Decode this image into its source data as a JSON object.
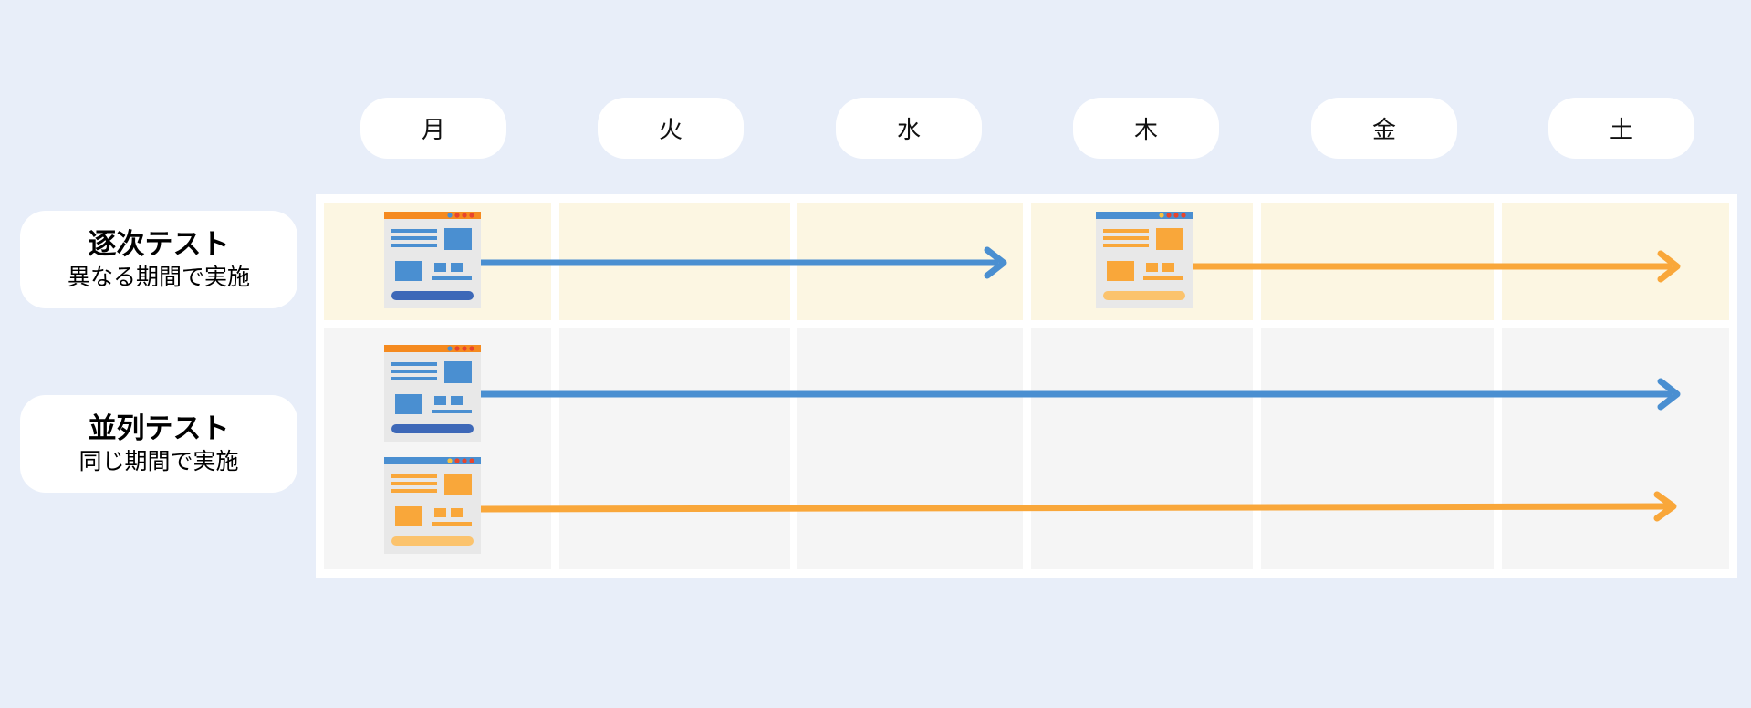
{
  "days": [
    "月",
    "火",
    "水",
    "木",
    "金",
    "土"
  ],
  "rows": {
    "sequential": {
      "title": "逐次テスト",
      "subtitle": "異なる期間で実施"
    },
    "parallel": {
      "title": "並列テスト",
      "subtitle": "同じ期間で実施"
    }
  },
  "colors": {
    "background": "#e8eef9",
    "blue": "#4a8fd1",
    "orange": "#f9a73a",
    "sequential_row": "#fcf6e2",
    "parallel_row": "#f5f5f5"
  },
  "icons": {
    "blue_variant": "web-page-blue-icon",
    "orange_variant": "web-page-orange-icon"
  }
}
